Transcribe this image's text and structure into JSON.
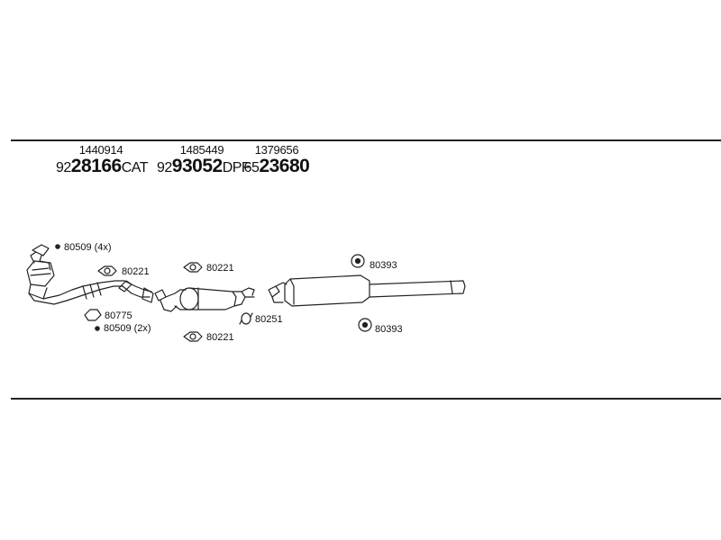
{
  "header": {
    "parts": [
      {
        "top": "1440914",
        "prefix": "92",
        "number": "28166",
        "suffix": "CAT"
      },
      {
        "top": "1485449",
        "prefix": "92",
        "number": "93052",
        "suffix": "DPF"
      },
      {
        "top": "1379656",
        "prefix": "65",
        "number": "23680",
        "suffix": ""
      }
    ]
  },
  "labels": {
    "bolt_4x": "80509 (4x)",
    "gasket_a": "80221",
    "gasket_b": "80221",
    "gasket_c": "80221",
    "seal_ring": "80775",
    "bolt_2x": "80509 (2x)",
    "clamp": "80251",
    "hanger_top": "80393",
    "hanger_bottom": "80393"
  }
}
